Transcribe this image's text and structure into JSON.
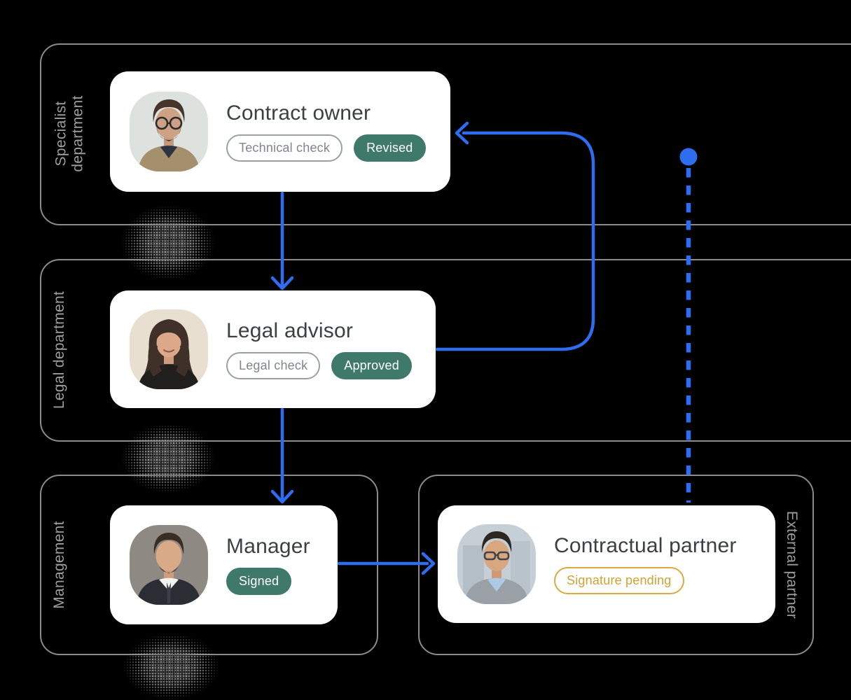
{
  "canvas": {
    "background": "#000000"
  },
  "colors": {
    "accent_blue": "#2E6CF0",
    "status_green": "#3F7969",
    "status_gold_border": "#D9A943",
    "status_gold_text": "#D1A133",
    "section_border_gray": "#8B8B8B",
    "section_label_gray": "#9E9E9E",
    "card_title_gray": "#3C4043",
    "outline_badge_gray": "#80868B"
  },
  "sections": [
    {
      "id": "specialist",
      "label": "Specialist department",
      "label_lines": [
        "Specialist",
        "department"
      ]
    },
    {
      "id": "legal",
      "label": "Legal department",
      "label_lines": [
        "Legal department"
      ]
    },
    {
      "id": "management",
      "label": "Management",
      "label_lines": [
        "Management"
      ]
    },
    {
      "id": "external",
      "label": "External partner",
      "label_lines": [
        "External partner"
      ]
    }
  ],
  "cards": [
    {
      "title": "Contract owner",
      "section": "Specialist department",
      "badges": [
        {
          "text": "Technical check",
          "style": "outline"
        },
        {
          "text": "Revised",
          "style": "green"
        }
      ]
    },
    {
      "title": "Legal advisor",
      "section": "Legal department",
      "badges": [
        {
          "text": "Legal check",
          "style": "outline"
        },
        {
          "text": "Approved",
          "style": "green"
        }
      ]
    },
    {
      "title": "Manager",
      "section": "Management",
      "badges": [
        {
          "text": "Signed",
          "style": "green"
        }
      ]
    },
    {
      "title": "Contractual partner",
      "section": "External partner",
      "badges": [
        {
          "text": "Signature pending",
          "style": "gold-outline"
        }
      ]
    }
  ],
  "connectors": [
    {
      "from": "Contract owner",
      "to": "Legal advisor",
      "style": "solid-arrow-down"
    },
    {
      "from": "Legal advisor",
      "to": "Manager",
      "style": "solid-arrow-down"
    },
    {
      "from": "Legal advisor",
      "to": "Contract owner",
      "style": "solid-arrow-loop-right"
    },
    {
      "from": "Manager",
      "to": "Contractual partner",
      "style": "solid-arrow-right"
    },
    {
      "from": "dot-origin",
      "to": "Contractual partner",
      "style": "dashed-line-down"
    }
  ]
}
